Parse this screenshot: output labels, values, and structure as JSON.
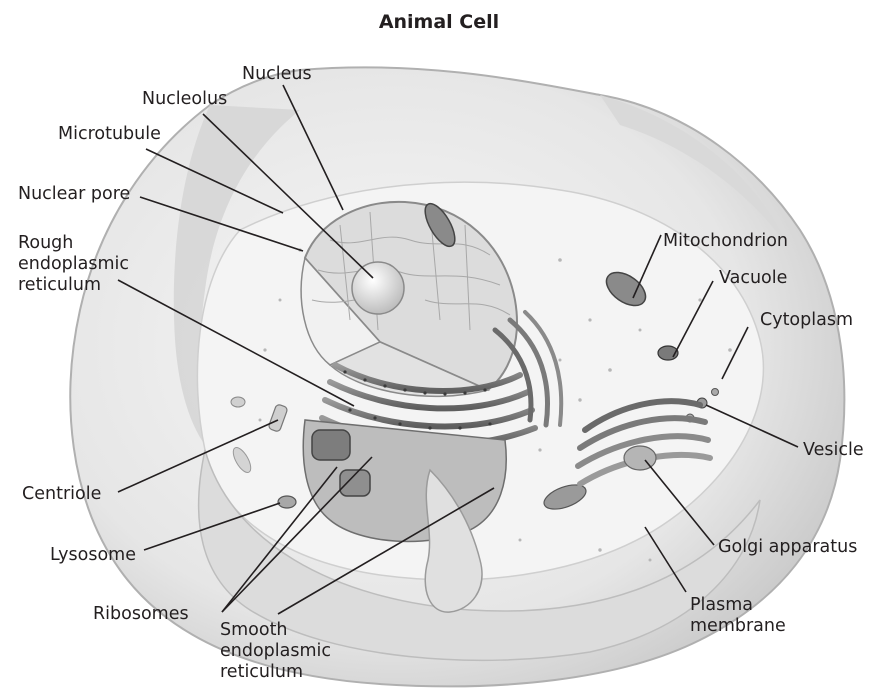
{
  "title": "Animal Cell",
  "labels": {
    "nucleus": "Nucleus",
    "nucleolus": "Nucleolus",
    "microtubule": "Microtubule",
    "nuclear_pore": "Nuclear pore",
    "rough_er": [
      "Rough",
      "endoplasmic",
      "reticulum"
    ],
    "mitochondrion": "Mitochondrion",
    "vacuole": "Vacuole",
    "cytoplasm": "Cytoplasm",
    "vesicle": "Vesicle",
    "centriole": "Centriole",
    "lysosome": "Lysosome",
    "golgi": "Golgi apparatus",
    "ribosomes": "Ribosomes",
    "smooth_er": [
      "Smooth",
      "endoplasmic",
      "reticulum"
    ],
    "plasma_membrane": [
      "Plasma",
      "membrane"
    ]
  },
  "colors": {
    "background": "#ffffff",
    "cell_fill": "#e9e9e9",
    "cell_shadow": "#c9c9c9",
    "text": "#231f20"
  }
}
